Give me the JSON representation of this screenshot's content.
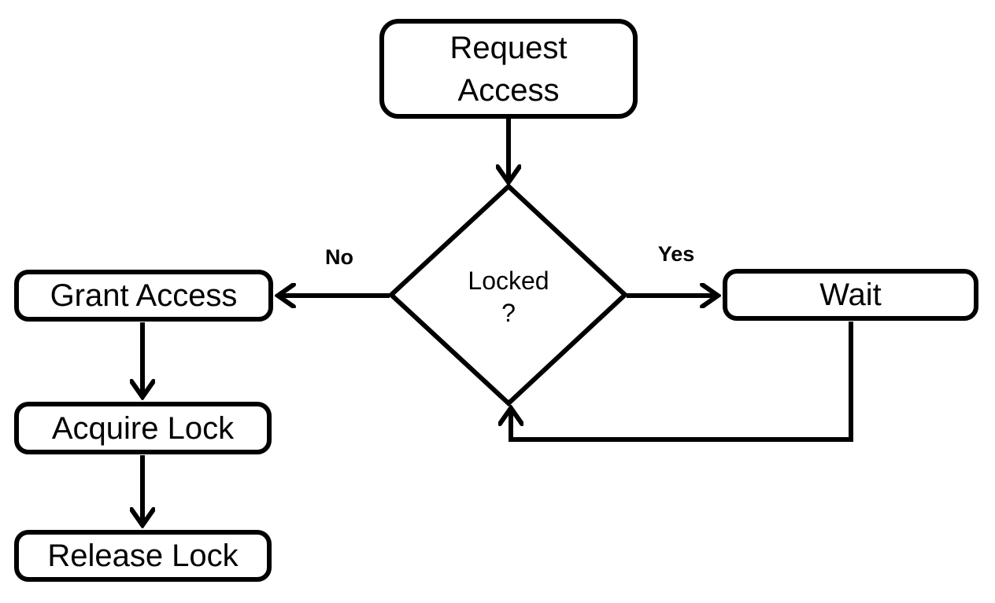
{
  "diagram": {
    "type": "flowchart",
    "background_color": "#ffffff",
    "stroke_color": "#000000",
    "text_color": "#000000",
    "nodes": {
      "request_access": {
        "shape": "rounded-rect",
        "line1": "Request",
        "line2": "Access"
      },
      "decision_locked": {
        "shape": "diamond",
        "line1": "Locked",
        "line2": "?"
      },
      "grant_access": {
        "shape": "rounded-rect",
        "label": "Grant Access"
      },
      "wait": {
        "shape": "rounded-rect",
        "label": "Wait"
      },
      "acquire_lock": {
        "shape": "rounded-rect",
        "label": "Acquire Lock"
      },
      "release_lock": {
        "shape": "rounded-rect",
        "label": "Release Lock"
      }
    },
    "edges": {
      "request_to_decision": {
        "from": "request_access",
        "to": "decision_locked",
        "label": ""
      },
      "decision_to_grant": {
        "from": "decision_locked",
        "to": "grant_access",
        "label": "No"
      },
      "decision_to_wait": {
        "from": "decision_locked",
        "to": "wait",
        "label": "Yes"
      },
      "grant_to_acquire": {
        "from": "grant_access",
        "to": "acquire_lock",
        "label": ""
      },
      "acquire_to_release": {
        "from": "acquire_lock",
        "to": "release_lock",
        "label": ""
      },
      "wait_to_decision": {
        "from": "wait",
        "to": "decision_locked",
        "label": ""
      }
    },
    "edge_labels": {
      "no": "No",
      "yes": "Yes"
    }
  }
}
